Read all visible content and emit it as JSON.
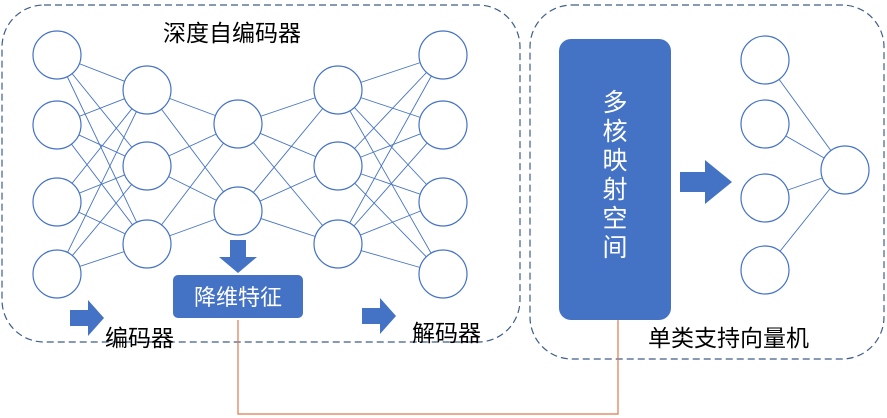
{
  "labels": {
    "autoencoder_title": "深度自编码器",
    "encoder": "编码器",
    "decoder": "解码器",
    "reduced_features": "降维特征",
    "multikernel_space": "多核映射空间",
    "ocsvm": "单类支持向量机"
  },
  "network": {
    "autoencoder_layers": [
      4,
      3,
      2,
      3,
      4
    ],
    "svm_layers": [
      4,
      1
    ]
  },
  "colors": {
    "node_stroke": "#4472C4",
    "edge": "#4472C4",
    "box_fill": "#4472C4",
    "arrow": "#4472C4",
    "dashed_border": "#3F5D8A",
    "connector": "#E0774E",
    "text": "#000000",
    "text_on_box": "#FFFFFF"
  },
  "icons": {
    "down_arrow": "arrow-down-icon",
    "right_arrow": "arrow-right-icon"
  }
}
